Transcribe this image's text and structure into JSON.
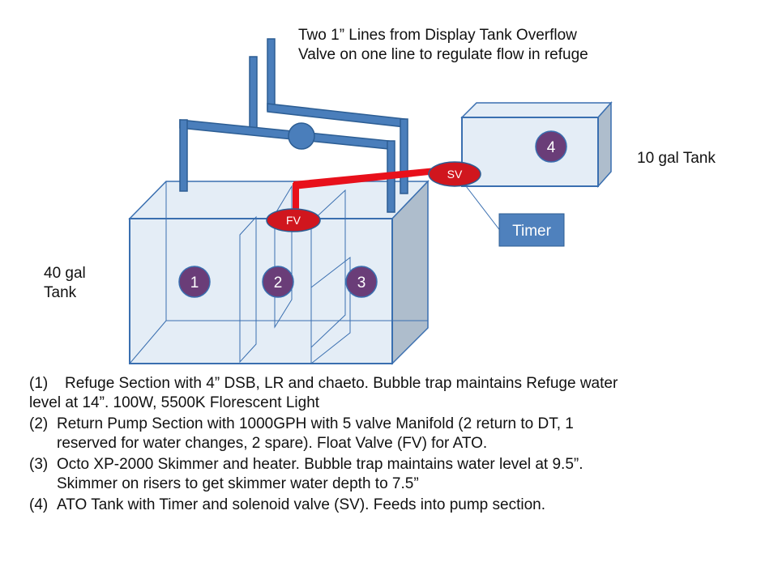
{
  "title": {
    "line1": "Two 1” Lines from Display Tank Overflow",
    "line2": "Valve  on one line to regulate flow in refuge"
  },
  "tank_main": {
    "label_line1": "40 gal",
    "label_line2": "Tank"
  },
  "tank_ato": {
    "label": "10 gal Tank"
  },
  "sections": {
    "s1": "1",
    "s2": "2",
    "s3": "3",
    "s4": "4"
  },
  "valves": {
    "float": "FV",
    "solenoid": "SV"
  },
  "timer": {
    "label": "Timer"
  },
  "notes": [
    {
      "num": "(1)",
      "line1": "Refuge Section with 4” DSB, LR and chaeto. Bubble trap  maintains Refuge water",
      "line2": "level at 14”.  100W, 5500K Florescent Light"
    },
    {
      "num": "(2)",
      "line1": "Return Pump Section with 1000GPH with 5 valve Manifold  (2 return to DT, 1",
      "line2": "reserved for water changes, 2 spare).    Float Valve (FV) for ATO."
    },
    {
      "num": "(3)",
      "line1": "Octo XP-2000 Skimmer and heater.  Bubble trap maintains  water level at 9.5”.",
      "line2": "Skimmer on risers to get skimmer water depth to 7.5”"
    },
    {
      "num": "(4)",
      "line1": "ATO Tank with Timer and solenoid valve (SV).  Feeds into pump section.",
      "line2": ""
    }
  ],
  "colors": {
    "pipe": "#4a7ebb",
    "pipe_outline": "#2c5d93",
    "tank_fill": "#e4edf6",
    "tank_side": "#aebdcc",
    "tank_edge": "#3a6fb0",
    "ato_line": "#e8101b",
    "valve_fill": "#d0161e",
    "circle_fill": "#6a3d78",
    "timer_fill": "#4f81bd"
  }
}
